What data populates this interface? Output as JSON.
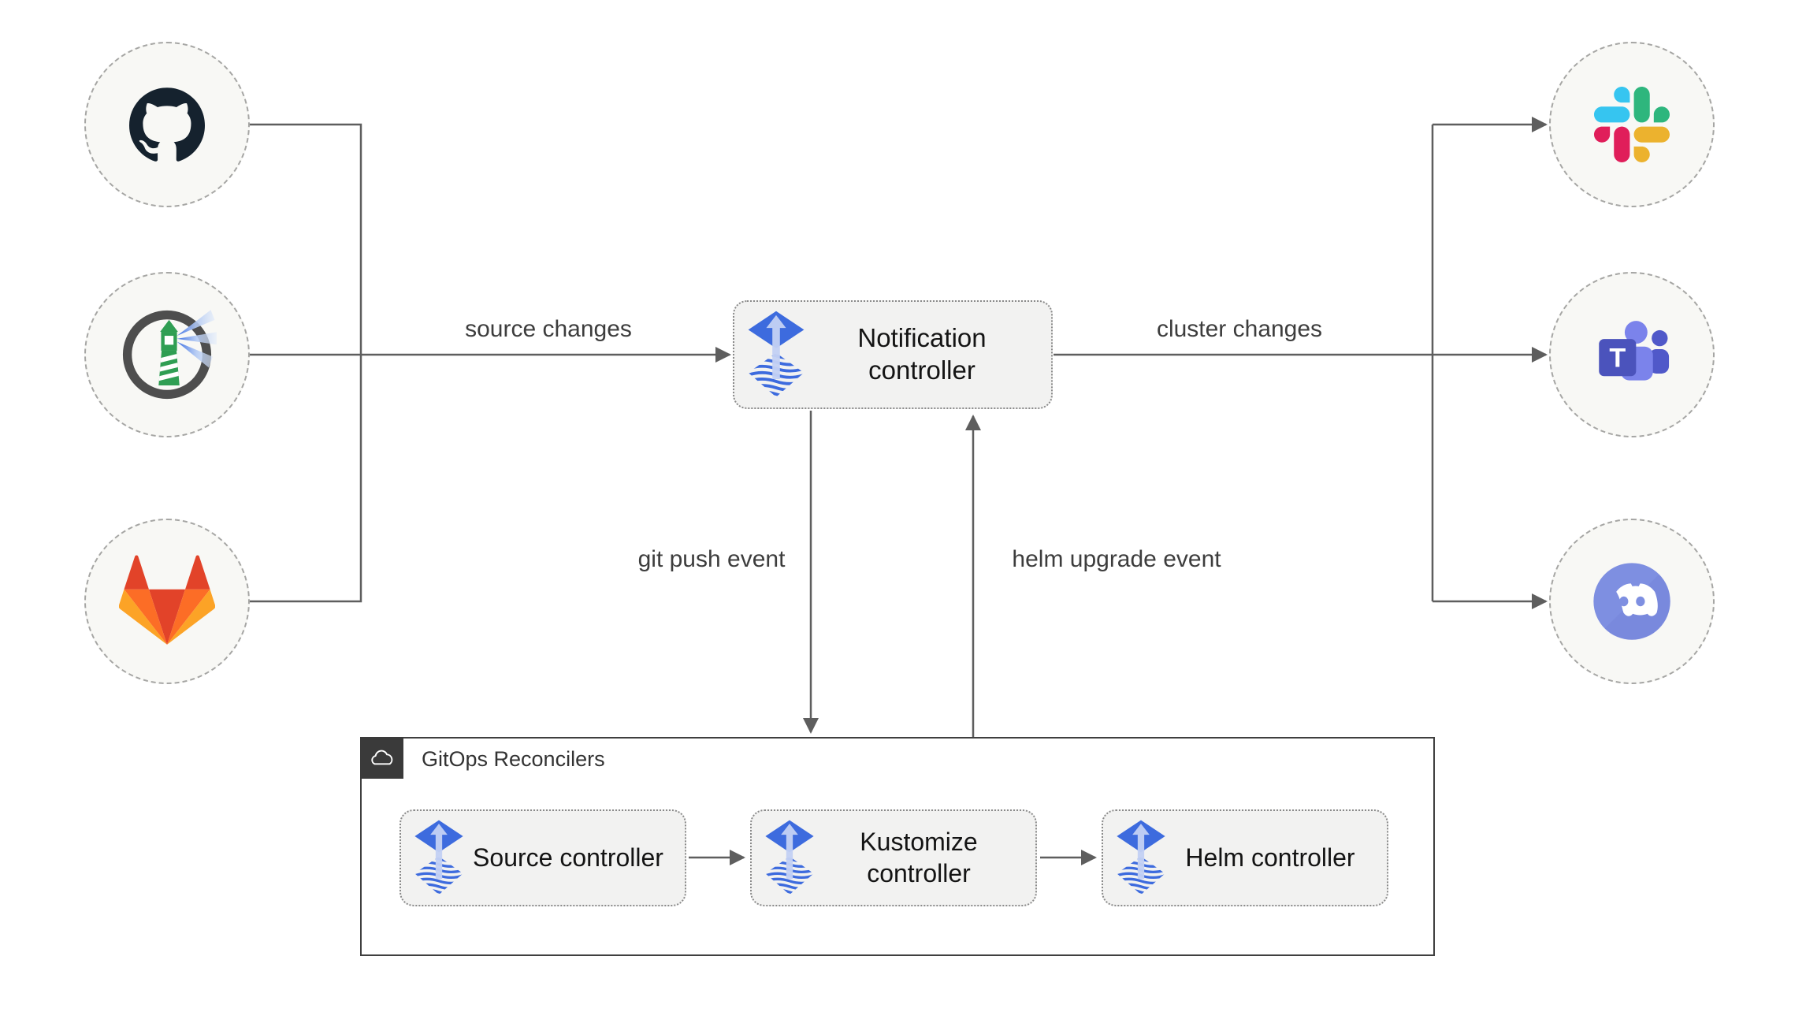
{
  "nodes": {
    "github": {
      "icon": "github-icon"
    },
    "harbor": {
      "icon": "harbor-icon"
    },
    "gitlab": {
      "icon": "gitlab-icon"
    },
    "slack": {
      "icon": "slack-icon"
    },
    "teams": {
      "icon": "microsoft-teams-icon",
      "letter": "T"
    },
    "discord": {
      "icon": "discord-icon"
    },
    "notification": {
      "label": "Notification controller",
      "icon": "flux-icon"
    },
    "source": {
      "label": "Source controller",
      "icon": "flux-icon"
    },
    "kustomize": {
      "label": "Kustomize controller",
      "icon": "flux-icon"
    },
    "helm": {
      "label": "Helm controller",
      "icon": "flux-icon"
    }
  },
  "edges": {
    "source_changes": {
      "label": "source changes"
    },
    "cluster_changes": {
      "label": "cluster changes"
    },
    "git_push_event": {
      "label": "git push event"
    },
    "helm_upgrade_event": {
      "label": "helm upgrade event"
    }
  },
  "group": {
    "title": "GitOps Reconcilers",
    "icon": "cloud-icon"
  },
  "colors": {
    "flux_blue": "#3D6BDE",
    "flux_arrow_light": "#C3D0F4",
    "edge_line": "#5e5e5e",
    "node_circle_fill": "#f8f8f5",
    "controller_box_fill": "#f2f2f1",
    "group_border": "#3f3f3f",
    "group_tab_bg": "#3a3a3a",
    "github_dark": "#15222e",
    "gitlab_red": "#e24329",
    "gitlab_orange": "#fc6d26",
    "gitlab_amber": "#fca326",
    "harbor_ring_gray": "#4e4e4e",
    "harbor_green": "#2f9e53",
    "harbor_beam_blue": "#3b6ee3",
    "slack_blue": "#36c5f0",
    "slack_green": "#2eb67d",
    "slack_yellow": "#ecb22e",
    "slack_red": "#e01e5a",
    "teams_purple": "#4b53bc",
    "teams_light_purple": "#7b83eb",
    "teams_mid_purple": "#5059c9",
    "discord_blurple": "#7e8fe1"
  }
}
